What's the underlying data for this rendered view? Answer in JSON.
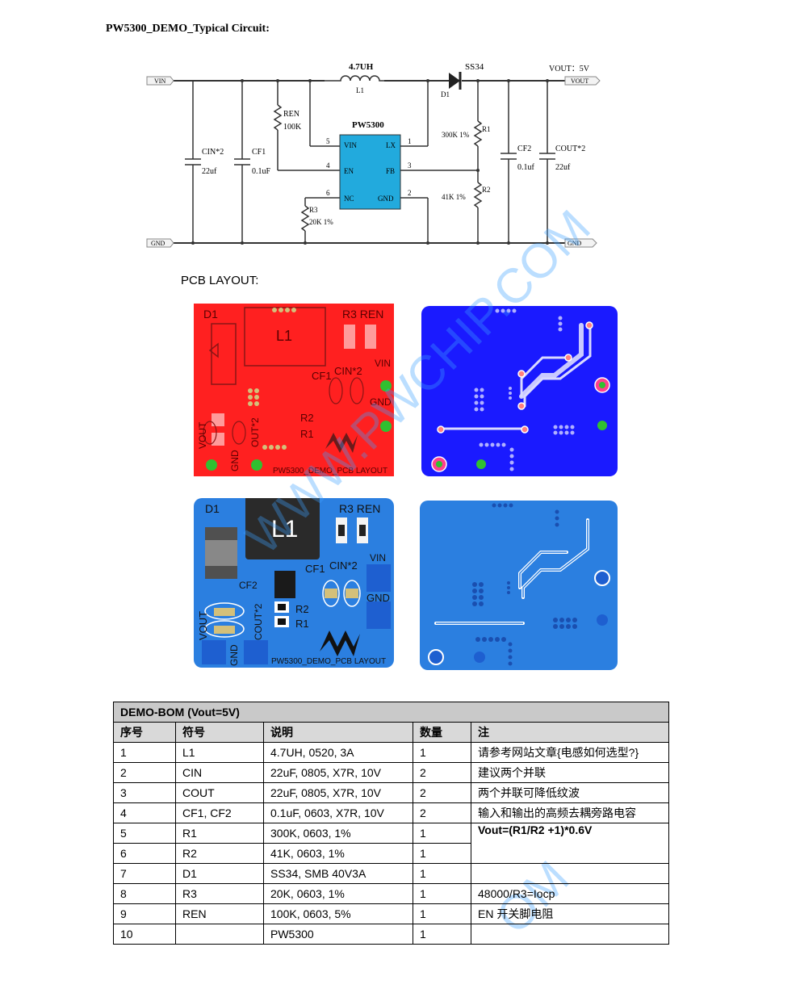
{
  "doc_title": "PW5300_DEMO_Typical Circuit:",
  "schematic": {
    "vin_port": "VIN",
    "vout_port": "VOUT",
    "gnd_left": "GND",
    "gnd_right": "GND",
    "vout_label": "VOUT：5V",
    "l1_value": "4.7UH",
    "l1_ref": "L1",
    "d1_part": "SS34",
    "d1_ref": "D1",
    "ic_name": "PW5300",
    "pins": {
      "vin": "VIN",
      "lx": "LX",
      "en": "EN",
      "fb": "FB",
      "nc": "NC",
      "gnd": "GND",
      "n5": "5",
      "n1": "1",
      "n4": "4",
      "n3": "3",
      "n6": "6",
      "n2": "2"
    },
    "ren_ref": "REN",
    "ren_val": "100K",
    "cin_ref": "CIN*2",
    "cin_val": "22uf",
    "cf1_ref": "CF1",
    "cf1_val": "0.1uF",
    "r1_ref": "R1",
    "r1_val": "300K 1%",
    "r2_ref": "R2",
    "r2_val": "41K 1%",
    "r3_ref": "R3",
    "r3_val": "20K 1%",
    "cf2_ref": "CF2",
    "cf2_val": "0.1uf",
    "cout_ref": "COUT*2",
    "cout_val": "22uf"
  },
  "pcb_heading": "PCB LAYOUT:",
  "pcb_top": {
    "d1": "D1",
    "l1": "L1",
    "r3ren": "R3 REN",
    "vin": "VIN",
    "gnd": "GND",
    "cf1": "CF1",
    "cin": "CIN*2",
    "r2": "R2",
    "r1": "R1",
    "vout": "VOUT",
    "gnd2": "GND",
    "cout": "OUT*2",
    "footer": "PW5300_DEMO_PCB LAYOUT"
  },
  "pcb_assembly": {
    "d1": "D1",
    "l1": "L1",
    "r3ren": "R3 REN",
    "vin": "VIN",
    "gnd": "GND",
    "cf1": "CF1",
    "cin": "CIN*2",
    "cf2": "CF2",
    "r2": "R2",
    "r1": "R1",
    "vout": "VOUT",
    "gnd2": "GND",
    "cout": "COUT*2",
    "footer": "PW5300_DEMO_PCB LAYOUT"
  },
  "watermark": "WWW.PWCHIP.COM",
  "watermark2": "OM",
  "bom": {
    "caption": "DEMO-BOM      (Vout=5V)",
    "headers": [
      "序号",
      "符号",
      "说明",
      "数量",
      "注"
    ],
    "rows": [
      [
        "1",
        "L1",
        "4.7UH, 0520, 3A",
        "1",
        "请参考网站文章{电感如何选型?}"
      ],
      [
        "2",
        "CIN",
        "22uF, 0805, X7R, 10V",
        "2",
        "建议两个并联"
      ],
      [
        "3",
        "COUT",
        "22uF, 0805, X7R, 10V",
        "2",
        "两个并联可降低纹波"
      ],
      [
        "4",
        "CF1, CF2",
        "0.1uF, 0603, X7R, 10V",
        "2",
        "输入和输出的高频去耦旁路电容"
      ],
      [
        "5",
        "R1",
        "300K, 0603, 1%",
        "1",
        "Vout=(R1/R2 +1)*0.6V"
      ],
      [
        "6",
        "R2",
        "41K, 0603, 1%",
        "1",
        ""
      ],
      [
        "7",
        "D1",
        "SS34, SMB  40V3A",
        "1",
        ""
      ],
      [
        "8",
        "R3",
        "20K, 0603, 1%",
        "1",
        "48000/R3=Iocp"
      ],
      [
        "9",
        "REN",
        "100K, 0603, 5%",
        "1",
        "EN 开关脚电阻"
      ],
      [
        "10",
        "",
        "PW5300",
        "1",
        ""
      ]
    ]
  }
}
